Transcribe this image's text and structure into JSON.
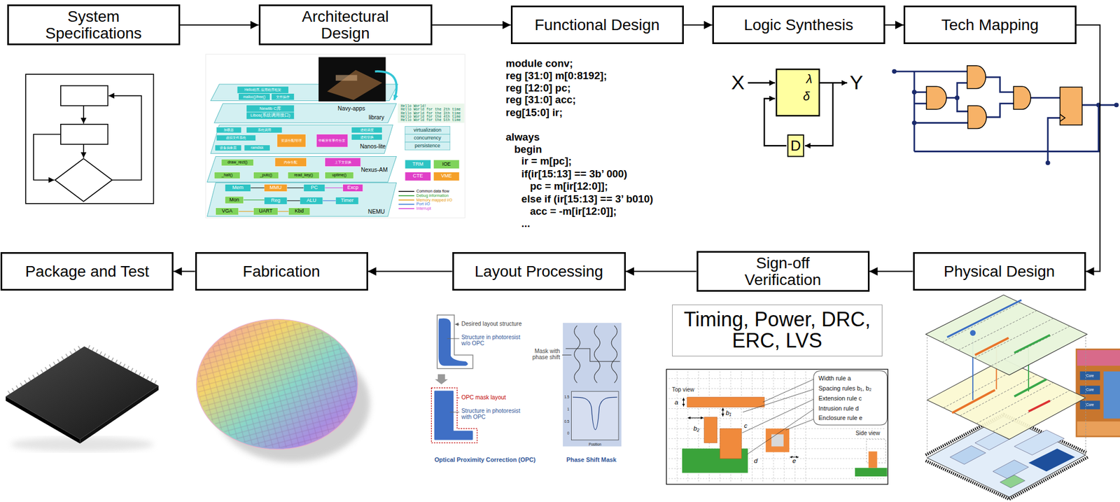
{
  "diagram": {
    "nodes": [
      {
        "text": [
          "System Specifications"
        ]
      },
      {
        "text": [
          "Architectural Design"
        ]
      },
      {
        "text": [
          "Functional Design"
        ]
      },
      {
        "text": [
          "Logic Synthesis"
        ]
      },
      {
        "text": [
          "Tech Mapping"
        ]
      },
      {
        "text": [
          "Package and Test"
        ]
      },
      {
        "text": [
          "Fabrication"
        ]
      },
      {
        "text": [
          "Layout Processing"
        ]
      },
      {
        "text": [
          "Sign-off Verification"
        ]
      },
      {
        "text": [
          "Physical Design"
        ]
      },
      {
        "text": [
          "Timing, Power, DRC, ERC, LVS"
        ]
      }
    ],
    "edges": [
      {
        "from": 0,
        "to": 1,
        "arrow": "to"
      },
      {
        "from": 1,
        "to": 2,
        "arrow": "to"
      },
      {
        "from": 2,
        "to": 3,
        "arrow": "to"
      },
      {
        "from": 3,
        "to": 4,
        "arrow": "to"
      },
      {
        "from": 4,
        "to": 9,
        "arrow": "to"
      },
      {
        "from": 9,
        "to": 8,
        "arrow": "to"
      },
      {
        "from": 8,
        "to": 7,
        "arrow": "to"
      },
      {
        "from": 7,
        "to": 6,
        "arrow": "to"
      },
      {
        "from": 6,
        "to": 5,
        "arrow": "to"
      }
    ],
    "labels": [
      "module conv;",
      "reg [31:0] m[0:8192];",
      "reg [12:0] pc;",
      "reg [31:0] acc;",
      "reg[15:0] ir;",
      "always",
      "begin",
      "ir = m[pc];",
      "if(ir[15:13] == 3b’ 000)",
      "pc = m[ir[12:0]];",
      "else if (ir[15:13] == 3’ b010)",
      "acc = -m[ir[12:0]];",
      "...",
      "X",
      "Y",
      "λ",
      "δ",
      "D",
      "Navy-apps",
      "library",
      "Nanos-lite",
      "Nexus-AM",
      "NEMU",
      "Hello World!",
      "Hello World for the 2th time",
      "Hello World for the 3th time",
      "Hello World for the 4th time",
      "Hello World for the 5th time",
      "Hello程序, 应用程序框架",
      "malloc()/free()",
      "文件操作",
      "Newlib C库",
      "Libos(系统调用接口)",
      "加载器",
      "系统调用",
      "虚拟文件系统",
      "资源分配/管理",
      "设备抽象层",
      "ramdisk",
      "中断异常事件分发",
      "进程调度",
      "进程切换",
      "draw_rect()",
      "_halt()",
      "_putc()",
      "read_key()",
      "uptime()",
      "内存分配",
      "上下文切换",
      "Mon",
      "Mem",
      "MMU",
      "PC",
      "Excp",
      "Reg",
      "ALU",
      "Timer",
      "VGA",
      "UART",
      "Kbd",
      "virtualization",
      "concurrency",
      "persistence",
      "TRM",
      "IOE",
      "CTE",
      "VME",
      "Desired layout structure",
      "Structure in photoresist w/o OPC",
      "OPC mask layout",
      "Structure in photoresist with OPC",
      "Optical Proximity Correction (OPC)",
      "Mask with phase shift",
      "Phase Shift Mask",
      "1.5",
      "1",
      "0.5",
      "0",
      "Position",
      "Top view",
      "Width rule a",
      "Spacing rules b₁, b₂",
      "Extension rule c",
      "Intrusion rule d",
      "Enclosure rule e",
      "Side view",
      "a",
      "b₁",
      "b₂",
      "c",
      "d",
      "e",
      "Core",
      "Core",
      "Core"
    ],
    "legend": [
      {
        "text": "Common data flow"
      },
      {
        "text": "Debug information"
      },
      {
        "text": "Memory mapped I/O"
      },
      {
        "text": "Port I/O"
      },
      {
        "text": "Interrupt"
      }
    ]
  }
}
